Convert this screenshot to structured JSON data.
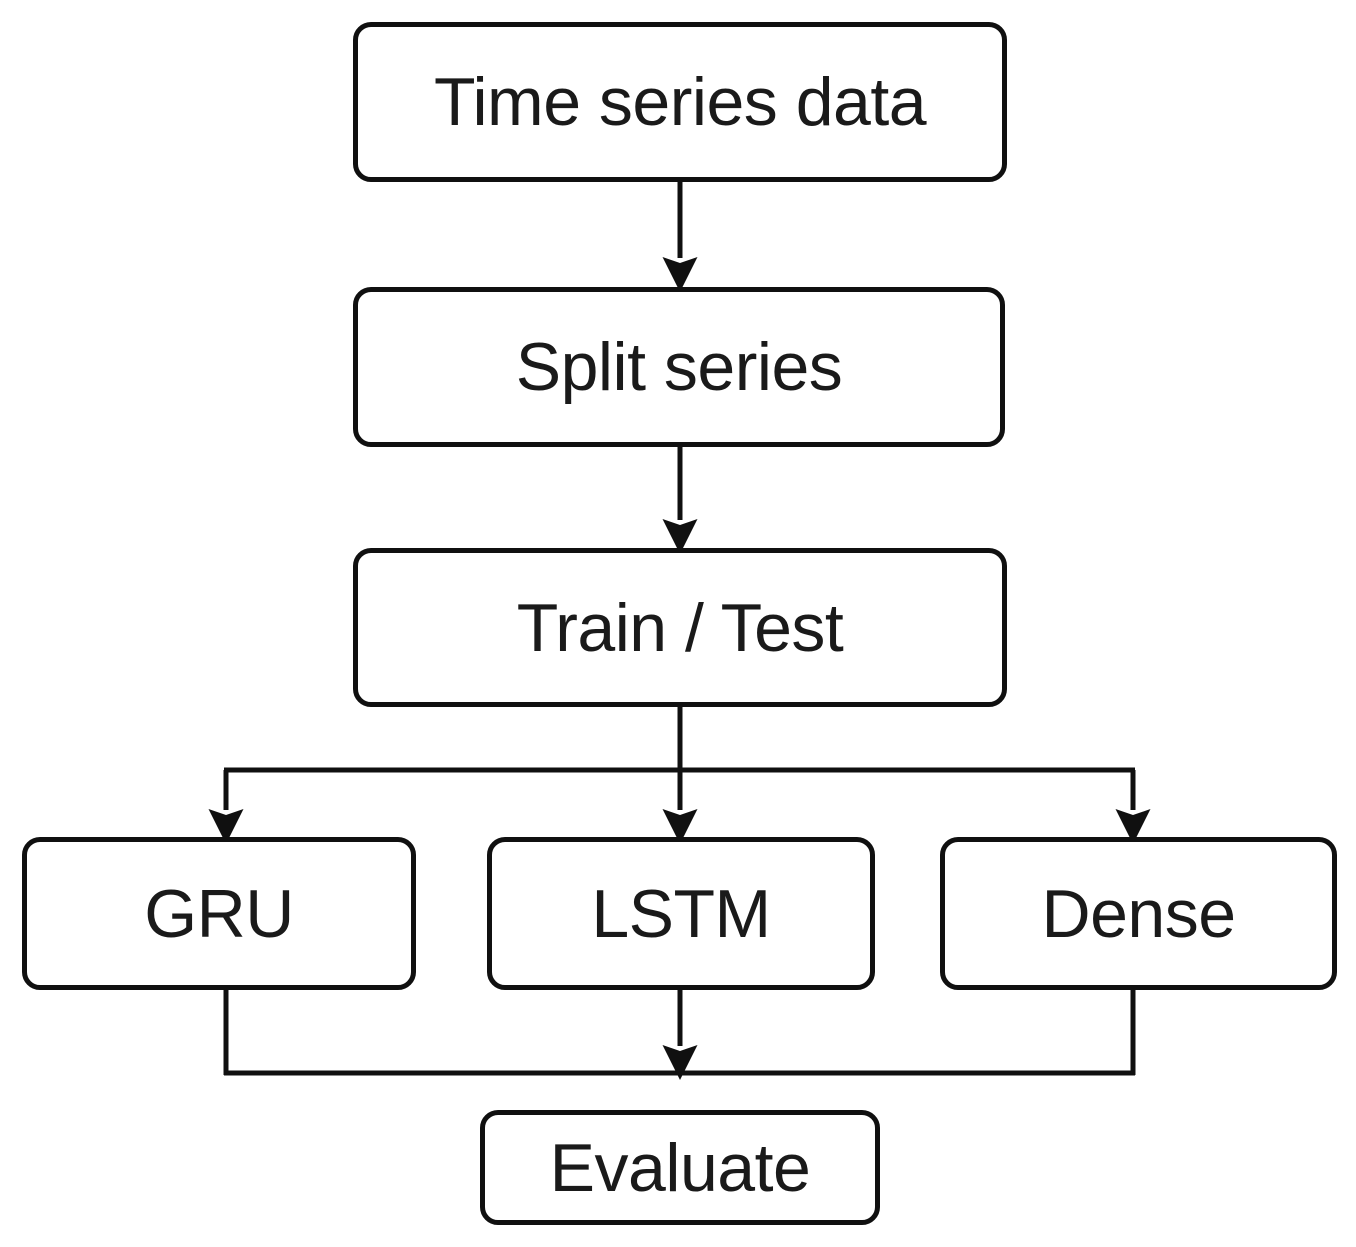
{
  "diagram": {
    "title": "Time series modelling pipeline flowchart",
    "type": "flowchart",
    "orientation": "top-to-bottom",
    "background_color": "#ffffff",
    "stroke_color": "#101010",
    "text_color": "#1a1a1a",
    "nodes": [
      {
        "id": "time-series-data",
        "label": "Time series data",
        "shape": "rounded-rectangle",
        "level": 0
      },
      {
        "id": "split-series",
        "label": "Split series",
        "shape": "rounded-rectangle",
        "level": 1
      },
      {
        "id": "train-test",
        "label": "Train / Test",
        "shape": "rounded-rectangle",
        "level": 2
      },
      {
        "id": "gru",
        "label": "GRU",
        "shape": "rounded-rectangle",
        "level": 3
      },
      {
        "id": "lstm",
        "label": "LSTM",
        "shape": "rounded-rectangle",
        "level": 3
      },
      {
        "id": "dense",
        "label": "Dense",
        "shape": "rounded-rectangle",
        "level": 3
      },
      {
        "id": "evaluate",
        "label": "Evaluate",
        "shape": "rounded-rectangle",
        "level": 4
      }
    ],
    "edges": [
      {
        "from": "time-series-data",
        "to": "split-series",
        "style": "straight-arrow"
      },
      {
        "from": "split-series",
        "to": "train-test",
        "style": "straight-arrow"
      },
      {
        "from": "train-test",
        "to": "gru",
        "style": "split-branch-arrow"
      },
      {
        "from": "train-test",
        "to": "lstm",
        "style": "split-branch-arrow"
      },
      {
        "from": "train-test",
        "to": "dense",
        "style": "split-branch-arrow"
      },
      {
        "from": "gru",
        "to": "evaluate",
        "style": "merge-branch"
      },
      {
        "from": "lstm",
        "to": "evaluate",
        "style": "merge-branch-arrow"
      },
      {
        "from": "dense",
        "to": "evaluate",
        "style": "merge-branch"
      }
    ]
  }
}
